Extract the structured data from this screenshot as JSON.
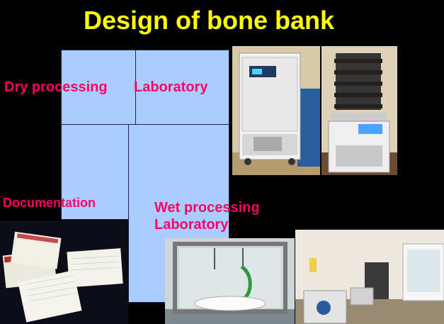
{
  "slide": {
    "title": "Design of bone bank",
    "labels": {
      "dry_processing": "Dry processing",
      "laboratory_top": "Laboratory",
      "documentation": "Documentation",
      "wet_processing_line1": "Wet processing",
      "wet_processing_line2": "Laboratory"
    },
    "colors": {
      "background": "#000000",
      "title": "#ffff00",
      "labels": "#ff0066",
      "rooms": "#aaccff"
    }
  }
}
